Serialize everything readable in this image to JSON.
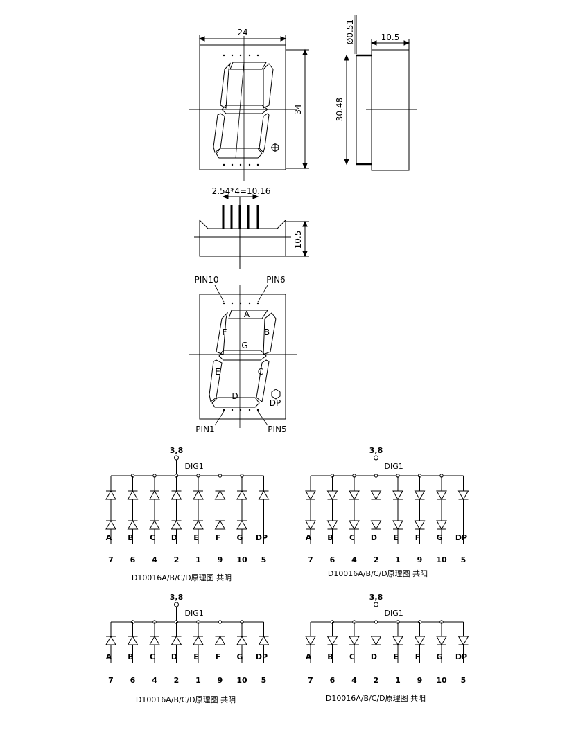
{
  "dimensions": {
    "width": "24",
    "height": "34",
    "depth": "10.5",
    "pin_diameter": "Ø0.51",
    "pin_span": "30.48",
    "pin_pitch": "2.54*4=10.16",
    "body_depth": "10.5"
  },
  "pinout": {
    "pin10": "PIN10",
    "pin6": "PIN6",
    "pin1": "PIN1",
    "pin5": "PIN5",
    "segments": [
      "A",
      "B",
      "C",
      "D",
      "E",
      "F",
      "G"
    ],
    "dp": "DP"
  },
  "schematics": [
    {
      "common_pin": "3,8",
      "digit": "DIG1",
      "labels": [
        "A",
        "B",
        "C",
        "D",
        "E",
        "F",
        "G",
        "DP"
      ],
      "pins": [
        "7",
        "6",
        "4",
        "2",
        "1",
        "9",
        "10",
        "5"
      ],
      "caption": "D10016A/B/C/D原理图  共阴",
      "direction": "up",
      "double": true
    },
    {
      "common_pin": "3,8",
      "digit": "DIG1",
      "labels": [
        "A",
        "B",
        "C",
        "D",
        "E",
        "F",
        "G",
        "DP"
      ],
      "pins": [
        "7",
        "6",
        "4",
        "2",
        "1",
        "9",
        "10",
        "5"
      ],
      "caption": "D10016A/B/C/D原理图  共阳",
      "direction": "down",
      "double": true
    },
    {
      "common_pin": "3,8",
      "digit": "DIG1",
      "labels": [
        "A",
        "B",
        "C",
        "D",
        "E",
        "F",
        "G",
        "DP"
      ],
      "pins": [
        "7",
        "6",
        "4",
        "2",
        "1",
        "9",
        "10",
        "5"
      ],
      "caption": "D10016A/B/C/D原理图    共阴",
      "direction": "up",
      "double": false
    },
    {
      "common_pin": "3,8",
      "digit": "DIG1",
      "labels": [
        "A",
        "B",
        "C",
        "D",
        "E",
        "F",
        "G",
        "DP"
      ],
      "pins": [
        "7",
        "6",
        "4",
        "2",
        "1",
        "9",
        "10",
        "5"
      ],
      "caption": "D10016A/B/C/D原理图   共阳",
      "direction": "down",
      "double": false
    }
  ]
}
